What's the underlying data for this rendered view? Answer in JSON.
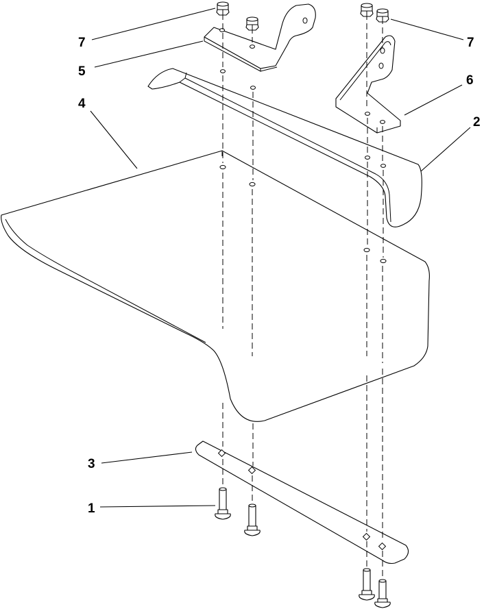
{
  "callouts": {
    "c1": "1",
    "c2": "2",
    "c3": "3",
    "c4": "4",
    "c5": "5",
    "c6": "6",
    "c7_left": "7",
    "c7_right": "7"
  },
  "colors": {
    "line": "#000000",
    "background": "#ffffff"
  }
}
